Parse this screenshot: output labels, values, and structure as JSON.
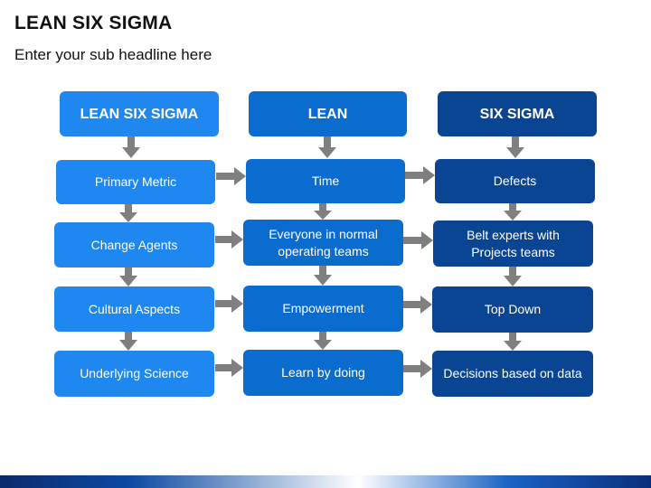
{
  "header": {
    "title": "LEAN SIX SIGMA",
    "subtitle": "Enter your sub headline here"
  },
  "colors": {
    "col1": "#1e88f0",
    "col2": "#0b6ccf",
    "col3": "#0a4593",
    "arrow": "#7f7f7f"
  },
  "columns": [
    {
      "header": "LEAN SIX SIGMA",
      "items": [
        "Primary Metric",
        "Change Agents",
        "Cultural Aspects",
        "Underlying Science"
      ]
    },
    {
      "header": "LEAN",
      "items": [
        "Time",
        "Everyone in normal operating teams",
        "Empowerment",
        "Learn by doing"
      ]
    },
    {
      "header": "SIX SIGMA",
      "items": [
        "Defects",
        "Belt experts with Projects teams",
        "Top Down",
        "Decisions based on data"
      ]
    }
  ]
}
